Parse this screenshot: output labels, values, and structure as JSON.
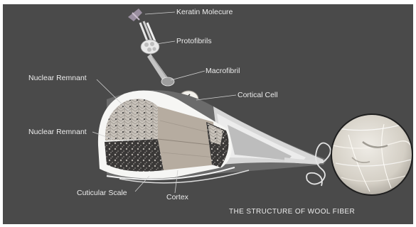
{
  "labels": {
    "keratin_molecule": "Keratin Molecure",
    "protofibrils": "Protofibrils",
    "macrofibril": "Macrofibril",
    "cortical_cell": "Cortical Cell",
    "nuclear_remnant_top": "Nuclear Remnant",
    "nuclear_remnant_bottom": "Nuclear Remnant",
    "cuticular_scale": "Cuticular Scale",
    "cortex": "Cortex",
    "title": "THE STRUCTURE OF WOOL FIBER"
  },
  "colors": {
    "background": "#4a4a4a",
    "label_text": "#ececec",
    "leader_line": "#d0d0d0",
    "cuticle": "#f4f4f2",
    "cortex_face": "#b7ada2",
    "wool_photo": "#d9d5cc"
  }
}
